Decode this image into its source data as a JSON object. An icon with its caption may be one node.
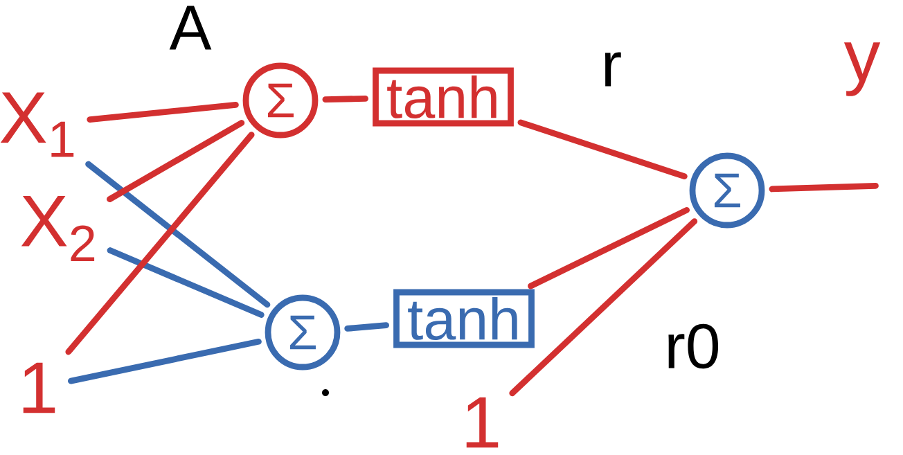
{
  "diagram": {
    "nodes": [
      {
        "text": [
          "X$_{1}$"
        ]
      },
      {
        "text": [
          "X$_{2}$"
        ]
      },
      {
        "text": [
          "1"
        ]
      },
      {
        "text": [
          "Σ"
        ]
      },
      {
        "text": [
          "tanh"
        ]
      },
      {
        "text": [
          "Σ"
        ]
      },
      {
        "text": [
          "tanh"
        ]
      },
      {
        "text": [
          "Σ"
        ]
      },
      {
        "text": [
          "1"
        ]
      },
      {
        "text": [
          "y"
        ]
      }
    ],
    "edges": [
      {
        "from": 0,
        "to": 3,
        "arrow": "none"
      },
      {
        "from": 0,
        "to": 5,
        "arrow": "none",
        "color": "#3a6bb0"
      },
      {
        "from": 1,
        "to": 3,
        "arrow": "none"
      },
      {
        "from": 1,
        "to": 5,
        "arrow": "none",
        "color": "#3a6bb0"
      },
      {
        "from": 2,
        "to": 3,
        "arrow": "none"
      },
      {
        "from": 2,
        "to": 5,
        "arrow": "none",
        "color": "#3a6bb0"
      },
      {
        "from": 3,
        "to": 4,
        "arrow": "none"
      },
      {
        "from": 5,
        "to": 6,
        "arrow": "none",
        "color": "#3a6bb0"
      },
      {
        "from": 4,
        "to": 7,
        "arrow": "none"
      },
      {
        "from": 6,
        "to": 7,
        "arrow": "none"
      },
      {
        "from": 8,
        "to": 7,
        "arrow": "none"
      },
      {
        "from": 7,
        "to": null,
        "arrow": "none"
      }
    ],
    "labels": [
      "A",
      "r",
      "r0"
    ]
  }
}
